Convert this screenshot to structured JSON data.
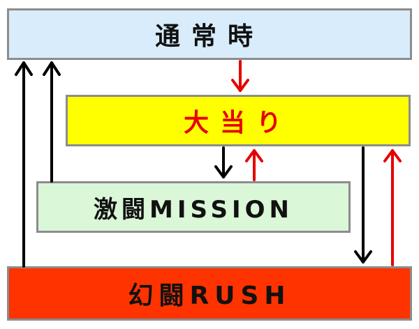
{
  "states": {
    "normal": "通常時",
    "jackpot": "大当り",
    "mission": "激闘MISSION",
    "rush": "幻闘RUSH"
  },
  "colors": {
    "normal_fill": "#d8ecfb",
    "jackpot_fill": "#ffff00",
    "jackpot_text": "#e60000",
    "mission_fill": "#daf7d8",
    "rush_fill": "#ff3300",
    "border": "#8c8c8c",
    "arrow_black": "#000000",
    "arrow_red": "#e60000"
  },
  "transitions": [
    {
      "from": "normal",
      "to": "jackpot",
      "color": "red"
    },
    {
      "from": "jackpot",
      "to": "mission",
      "color": "black"
    },
    {
      "from": "mission",
      "to": "jackpot",
      "color": "red"
    },
    {
      "from": "mission",
      "to": "normal",
      "color": "black"
    },
    {
      "from": "rush",
      "to": "normal",
      "color": "black"
    },
    {
      "from": "jackpot",
      "to": "rush",
      "color": "black"
    },
    {
      "from": "rush",
      "to": "jackpot",
      "color": "red"
    }
  ]
}
